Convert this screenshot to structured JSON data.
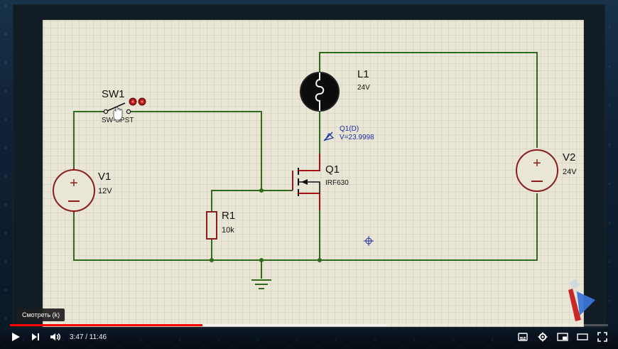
{
  "colors": {
    "wire": "#2f6a1d",
    "wire_red": "#a31515",
    "component": "#8a1d1d",
    "measurement": "#1c2ea0",
    "sheet_bg": "#e9e6d6",
    "progress": "#ff0000"
  },
  "components": {
    "sw1": {
      "label": "SW1",
      "type": "SW-SPST"
    },
    "v1": {
      "label": "V1",
      "value": "12V"
    },
    "r1": {
      "label": "R1",
      "value": "10k"
    },
    "q1": {
      "label": "Q1",
      "type": "IRF630"
    },
    "l1": {
      "label": "L1",
      "value": "24V"
    },
    "v2": {
      "label": "V2",
      "value": "24V"
    }
  },
  "probe": {
    "label": "Q1(D)",
    "value": "V=23.9998"
  },
  "player": {
    "tooltip": "Смотреть (k)",
    "time": "3:47 / 11:46",
    "progress_fraction": 0.322,
    "buffer_fraction": 0.63
  },
  "icons": {
    "play": "play-icon",
    "next": "next-icon",
    "volume": "volume-icon",
    "subtitles": "subtitles-icon",
    "settings": "gear-icon",
    "miniplayer": "miniplayer-icon",
    "theater": "theater-icon",
    "fullscreen": "fullscreen-icon"
  }
}
